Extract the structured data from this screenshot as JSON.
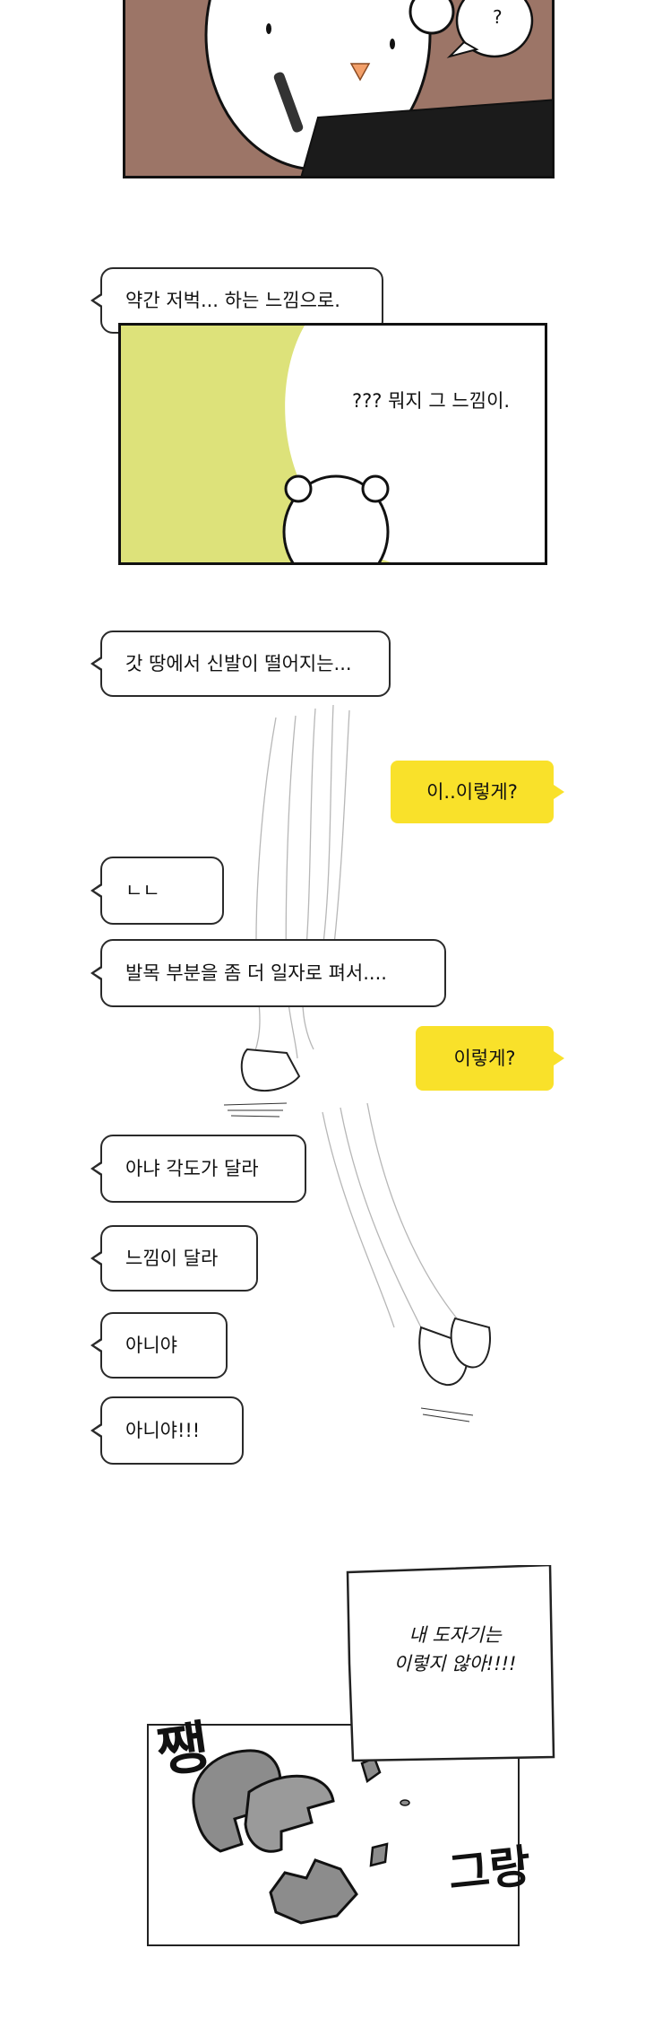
{
  "panel1": {
    "thought_mark": "?"
  },
  "bubbles": {
    "b1": "약간 저벅... 하는 느낌으로.",
    "b2": "갓 땅에서 신발이 떨어지는...",
    "b3": "ㄴㄴ",
    "b4": "발목 부분을 좀 더 일자로 펴서....",
    "b5": "아냐 각도가 달라",
    "b6": "느낌이 달라",
    "b7": "아니야",
    "b8": "아니야!!!"
  },
  "yellow_bubbles": {
    "y1": "이..이렇게?",
    "y2": "이렇게?"
  },
  "panel2": {
    "text": "??? 뭐지 그 느낌이."
  },
  "panel3": {
    "note_line1": "내 도자기는",
    "note_line2": "이렇지 않아!!!!",
    "sfx_left": "쨍",
    "sfx_right": "그랑"
  },
  "colors": {
    "panel1_bg": "#9c7567",
    "panel2_bg": "#dde27a",
    "yellow": "#f9e12a",
    "pottery": "#8c8c8c"
  }
}
